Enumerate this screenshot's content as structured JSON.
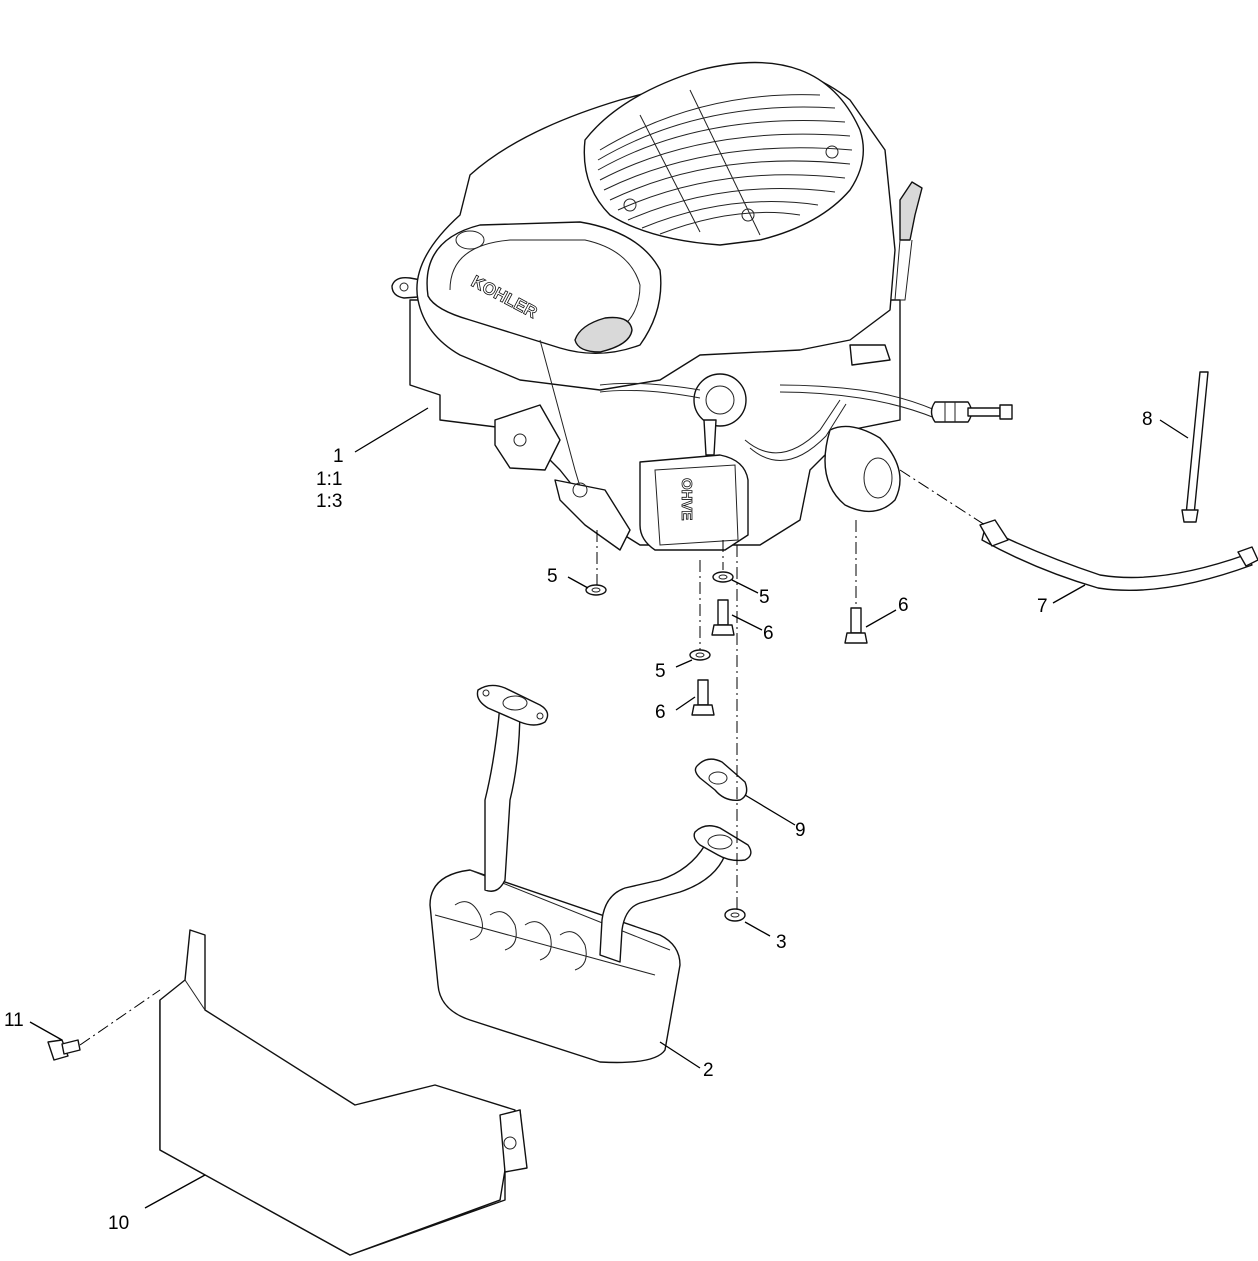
{
  "diagram": {
    "brand_logo": "KOHLER",
    "valve_cover_label": "OHVE",
    "callouts": {
      "c1": "1",
      "c1_1": "1:1",
      "c1_3": "1:3",
      "c2": "2",
      "c3": "3",
      "c5a": "5",
      "c5b": "5",
      "c5c": "5",
      "c6a": "6",
      "c6b": "6",
      "c6c": "6",
      "c7": "7",
      "c8": "8",
      "c9": "9",
      "c10": "10",
      "c11": "11"
    }
  }
}
